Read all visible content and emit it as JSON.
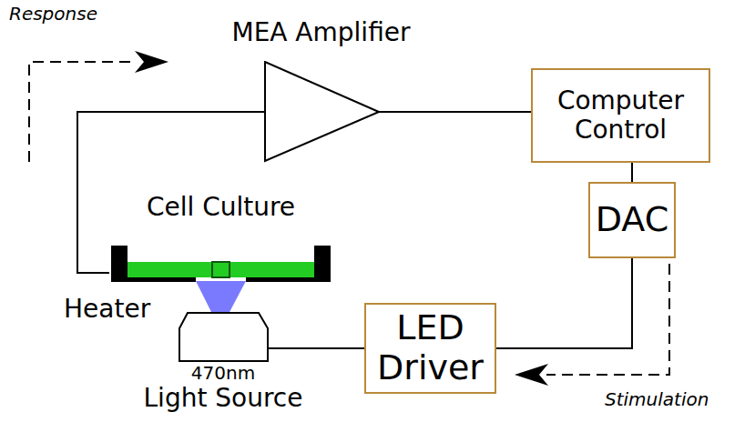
{
  "diagram": {
    "nodes": [
      {
        "text": [
          "MEA Amplifier"
        ]
      },
      {
        "text": [
          "Computer Control"
        ]
      },
      {
        "text": [
          "DAC"
        ]
      },
      {
        "text": [
          "LED Driver"
        ]
      },
      {
        "text": [
          "470nm",
          "Light Source"
        ]
      },
      {
        "text": [
          "Cell Culture"
        ]
      }
    ],
    "edges": [
      {
        "from": 5,
        "to": 0,
        "arrow": "none"
      },
      {
        "from": 0,
        "to": 1,
        "arrow": "none"
      },
      {
        "from": 1,
        "to": 2,
        "arrow": "none"
      },
      {
        "from": 2,
        "to": 3,
        "arrow": "none"
      },
      {
        "from": 3,
        "to": 4,
        "arrow": "none"
      }
    ],
    "labels": [
      "Response",
      "Stimulation",
      "Heater"
    ]
  }
}
